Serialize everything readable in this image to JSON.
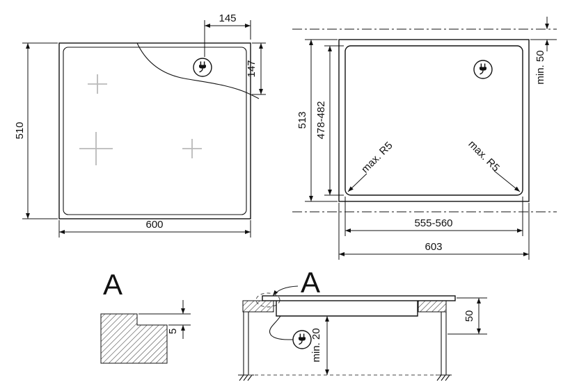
{
  "palette": {
    "line": "#111111",
    "cross": "#b9b9b9",
    "background": "#ffffff"
  },
  "top_view": {
    "dim_plug_offset_x": "145",
    "dim_plug_offset_y": "147",
    "dim_height": "510",
    "dim_width": "600"
  },
  "cutout_view": {
    "dim_min_rear": "min. 50",
    "dim_outer_height": "513",
    "dim_inner_height": "478-482",
    "dim_corner_radius_left": "max. R5",
    "dim_corner_radius_right": "max. R5",
    "dim_inner_width": "555-560",
    "dim_outer_width": "603"
  },
  "detail_view": {
    "label": "A",
    "dim_glass_thickness": "5"
  },
  "section_view": {
    "label": "A",
    "dim_min_clearance": "min. 20",
    "dim_side_clearance": "50"
  }
}
